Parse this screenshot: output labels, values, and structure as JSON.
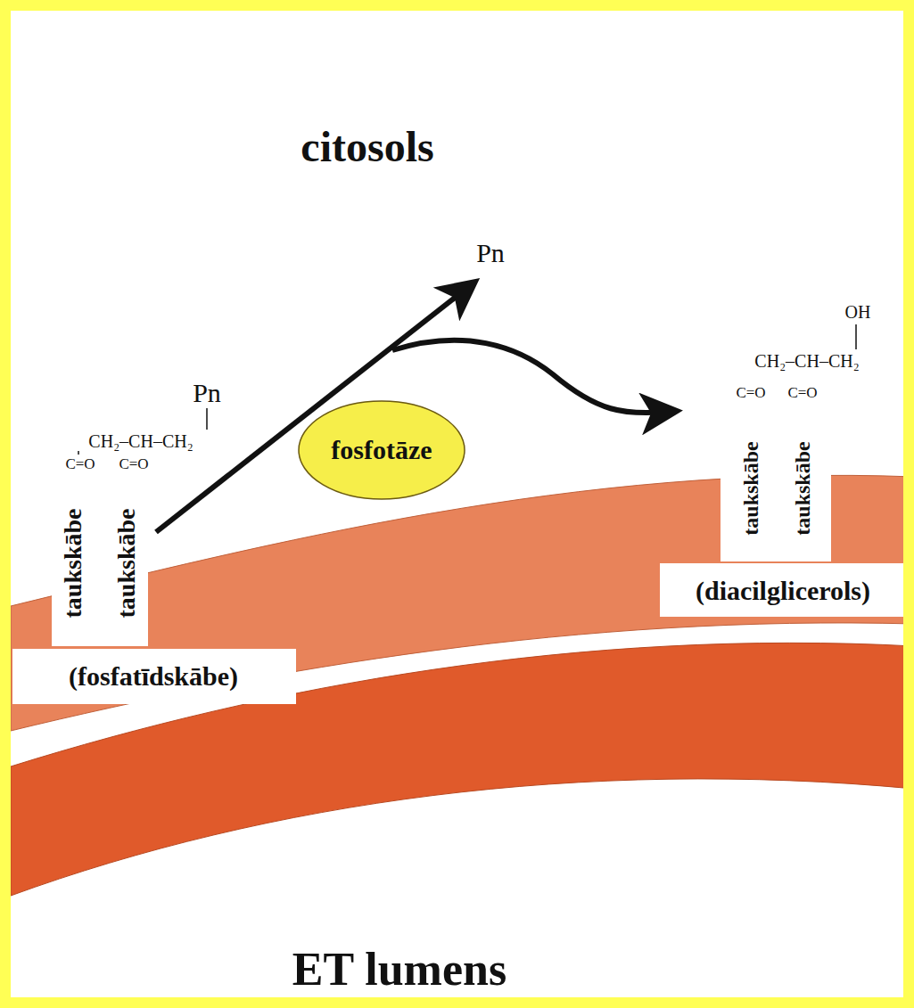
{
  "diagram": {
    "nodes": [
      {
        "text": [
          "fosfotāze"
        ]
      }
    ],
    "labels": [
      "citosols",
      "Pn",
      "Pn",
      "CH₂–CH–CH₂",
      "C=O",
      "C=O",
      "taukskābe",
      "taukskābe",
      "(fosfatīdskābe)",
      "OH",
      "CH₂–CH–CH₂",
      "C=O",
      "C=O",
      "taukskābe",
      "taukskābe",
      "(diacilglicerols)",
      "ET lumens"
    ]
  }
}
